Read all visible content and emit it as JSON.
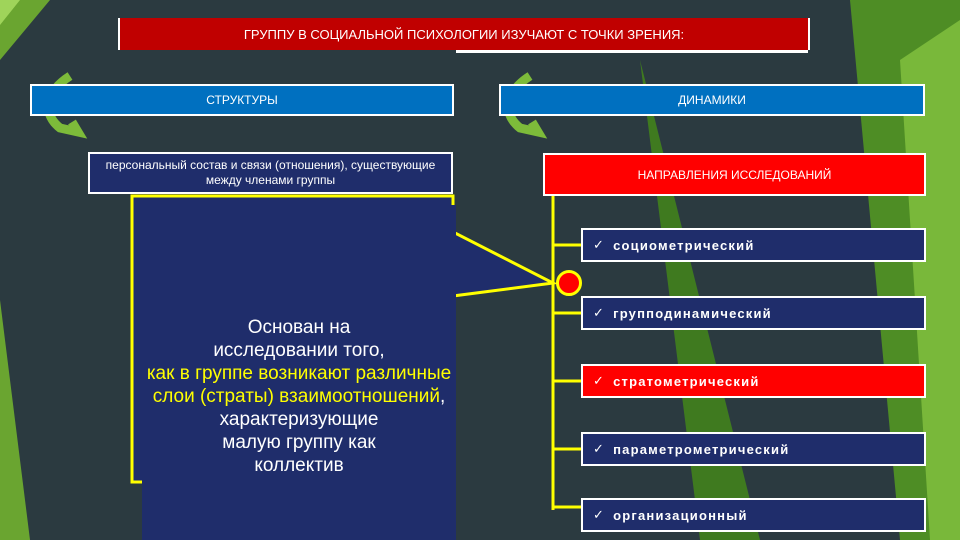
{
  "title": "ГРУППУ В СОЦИАЛЬНОЙ ПСИХОЛОГИИ ИЗУЧАЮТ С ТОЧКИ ЗРЕНИЯ:",
  "structure_label": "СТРУКТУРЫ",
  "dynamics_label": "ДИНАМИКИ",
  "structure_desc": "персональный состав и связи (отношения), существующие между членами группы",
  "directions_label": "НАПРАВЛЕНИЯ ИССЛЕДОВАНИЙ",
  "directions": [
    {
      "label": "социометрический",
      "highlight": false
    },
    {
      "label": "групподинамический",
      "highlight": false
    },
    {
      "label": "стратометрический",
      "highlight": true
    },
    {
      "label": "параметрометрический",
      "highlight": false
    },
    {
      "label": "организационный",
      "highlight": false
    }
  ],
  "callout": {
    "line1": "Основан на",
    "line2": "исследовании того,",
    "highlight": "как в группе возникают различные слои (страты) взаимоотношений",
    "comma": ",",
    "line3": "характеризующие",
    "line4": "малую группу как",
    "line5": "коллектив"
  },
  "colors": {
    "title_bg": "#c00000",
    "blue": "#0070c0",
    "navy": "#1f2d6b",
    "red": "#ff0000",
    "yellow": "#ffff00",
    "green": "#5a9e2a"
  }
}
